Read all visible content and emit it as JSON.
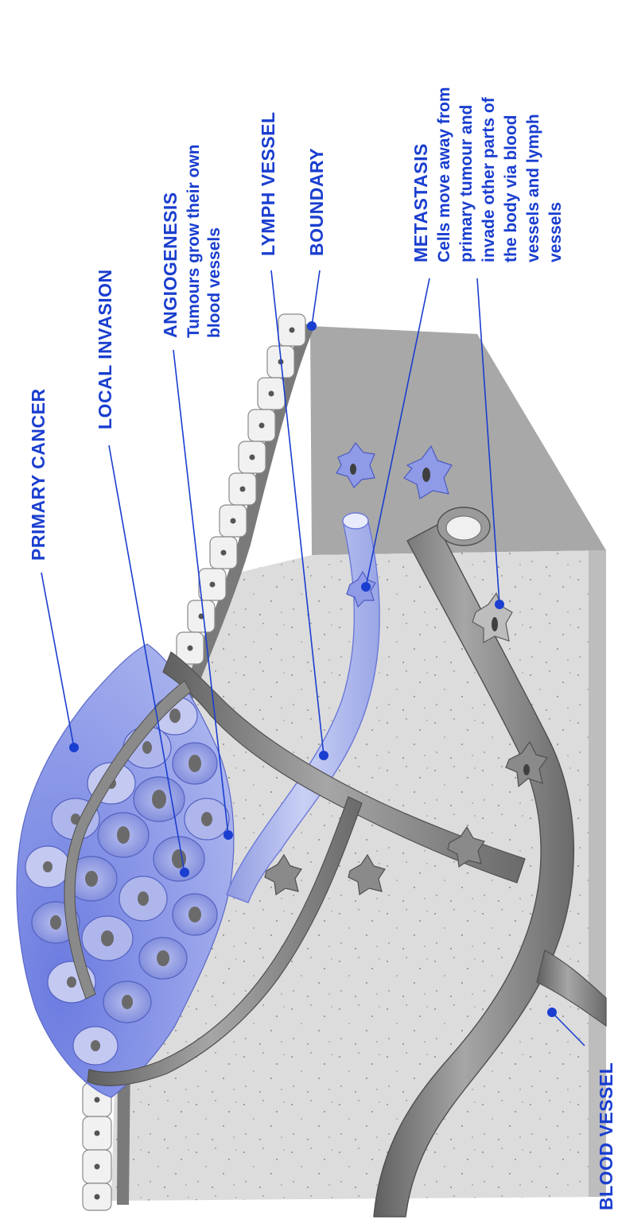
{
  "colors": {
    "label": "#1a3ecf",
    "tumour_dark": "#6f7fe0",
    "tumour_light": "#c8cdf2",
    "tissue": "#d9d9d9",
    "tissue_side": "#a9a9a9",
    "vessel": "#8a8a8a",
    "lymph": "#b8c2f0"
  },
  "labels": {
    "primary_cancer": "PRIMARY CANCER",
    "local_invasion": "LOCAL INVASION",
    "angiogenesis": {
      "title": "ANGIOGENESIS",
      "line1": "Tumours grow their own",
      "line2": "blood vessels"
    },
    "lymph_vessel": "LYMPH VESSEL",
    "boundary": "BOUNDARY",
    "metastasis": {
      "title": "METASTASIS",
      "line1": "Cells move away from",
      "line2": "primary tumour and",
      "line3": "invade other parts of",
      "line4": "the body via blood",
      "line5": "vessels and lymph",
      "line6": "vessels"
    },
    "blood_vessel": "BLOOD VESSEL"
  }
}
